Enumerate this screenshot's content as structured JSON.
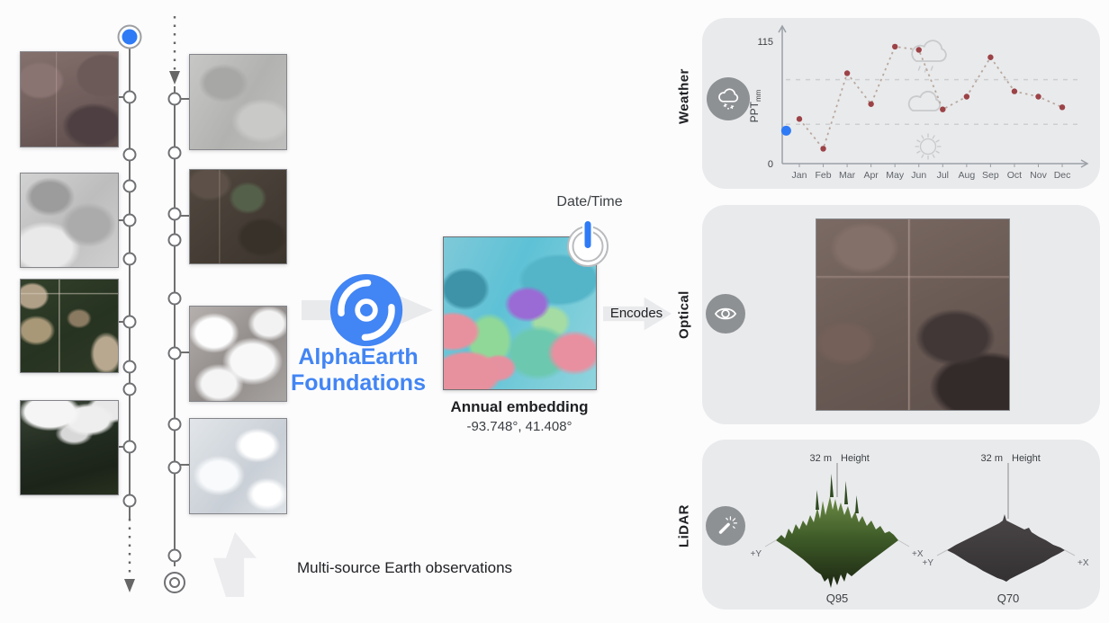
{
  "colors": {
    "accent_blue": "#2f7bf6",
    "brand_blue": "#4285f4",
    "panel_gray": "#e9eaec",
    "icon_gray": "#8e9194",
    "point_red": "#9c4347"
  },
  "left_section": {
    "caption": "Multi-source Earth observations",
    "thumbnails": [
      {
        "name": "satellite-thumb-brown-terrain"
      },
      {
        "name": "satellite-thumb-gray-clouds"
      },
      {
        "name": "satellite-thumb-green-farmland"
      },
      {
        "name": "satellite-thumb-dark-fields-clouds"
      },
      {
        "name": "satellite-thumb-overcast"
      },
      {
        "name": "satellite-thumb-dark-farmland"
      },
      {
        "name": "satellite-thumb-white-clouds"
      },
      {
        "name": "satellite-thumb-light-clouds"
      }
    ]
  },
  "center": {
    "datetime_label": "Date/Time",
    "brand_line1": "AlphaEarth",
    "brand_line2": "Foundations",
    "embedding_title": "Annual embedding",
    "embedding_coords": "-93.748°, 41.408°",
    "encodes_label": "Encodes"
  },
  "panels": {
    "weather": {
      "label": "Weather",
      "icon": "snow-cloud-icon"
    },
    "optical": {
      "label": "Optical",
      "icon": "eye-icon"
    },
    "lidar": {
      "label": "LiDAR",
      "icon": "magic-wand-icon",
      "plots": [
        {
          "caption": "Q95",
          "height_value": "32 m",
          "height_label": "Height",
          "axis_x": "+X",
          "axis_y": "+Y"
        },
        {
          "caption": "Q70",
          "height_value": "32 m",
          "height_label": "Height",
          "axis_x": "+X",
          "axis_y": "+Y"
        }
      ]
    }
  },
  "chart_data": {
    "type": "line",
    "ylabel": "PPT",
    "ylabel_sub": "mm",
    "categories": [
      "Jan",
      "Feb",
      "Mar",
      "Apr",
      "May",
      "Jun",
      "Jul",
      "Aug",
      "Sep",
      "Oct",
      "Nov",
      "Dec"
    ],
    "values": [
      42,
      14,
      85,
      56,
      110,
      107,
      51,
      63,
      100,
      68,
      63,
      53
    ],
    "ylim": [
      0,
      115
    ],
    "yticks": [
      115,
      0
    ],
    "reference_lines": [
      79,
      37
    ],
    "line_style": "dotted",
    "point_color": "#9c4347",
    "highlight_point": {
      "value": 31,
      "color": "#2f7bf6",
      "position": "before Jan"
    },
    "watermark_icons": [
      "rain-cloud",
      "cloud",
      "sun"
    ],
    "legend_position": "none",
    "grid": "two dashed horizontal reference lines"
  }
}
